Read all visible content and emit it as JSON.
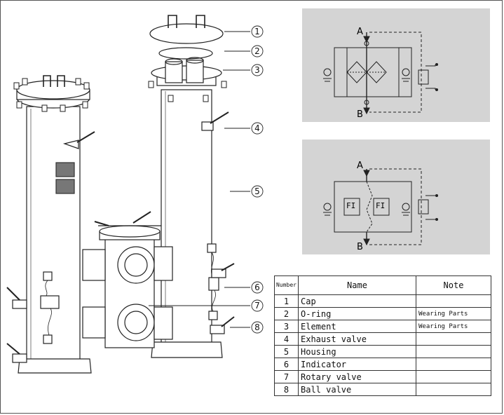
{
  "callouts": [
    "1",
    "2",
    "3",
    "4",
    "5",
    "6",
    "7",
    "8"
  ],
  "schematic": {
    "port_a": "A",
    "port_b": "B",
    "element_label": "FI"
  },
  "table": {
    "headers": [
      "Number",
      "Name",
      "Note"
    ],
    "rows": [
      {
        "number": "1",
        "name": "Cap",
        "note": ""
      },
      {
        "number": "2",
        "name": "O-ring",
        "note": "Wearing Parts"
      },
      {
        "number": "3",
        "name": "Element",
        "note": "Wearing Parts"
      },
      {
        "number": "4",
        "name": "Exhaust valve",
        "note": ""
      },
      {
        "number": "5",
        "name": "Housing",
        "note": ""
      },
      {
        "number": "6",
        "name": "Indicator",
        "note": ""
      },
      {
        "number": "7",
        "name": "Rotary valve",
        "note": ""
      },
      {
        "number": "8",
        "name": "Ball valve",
        "note": ""
      }
    ]
  }
}
